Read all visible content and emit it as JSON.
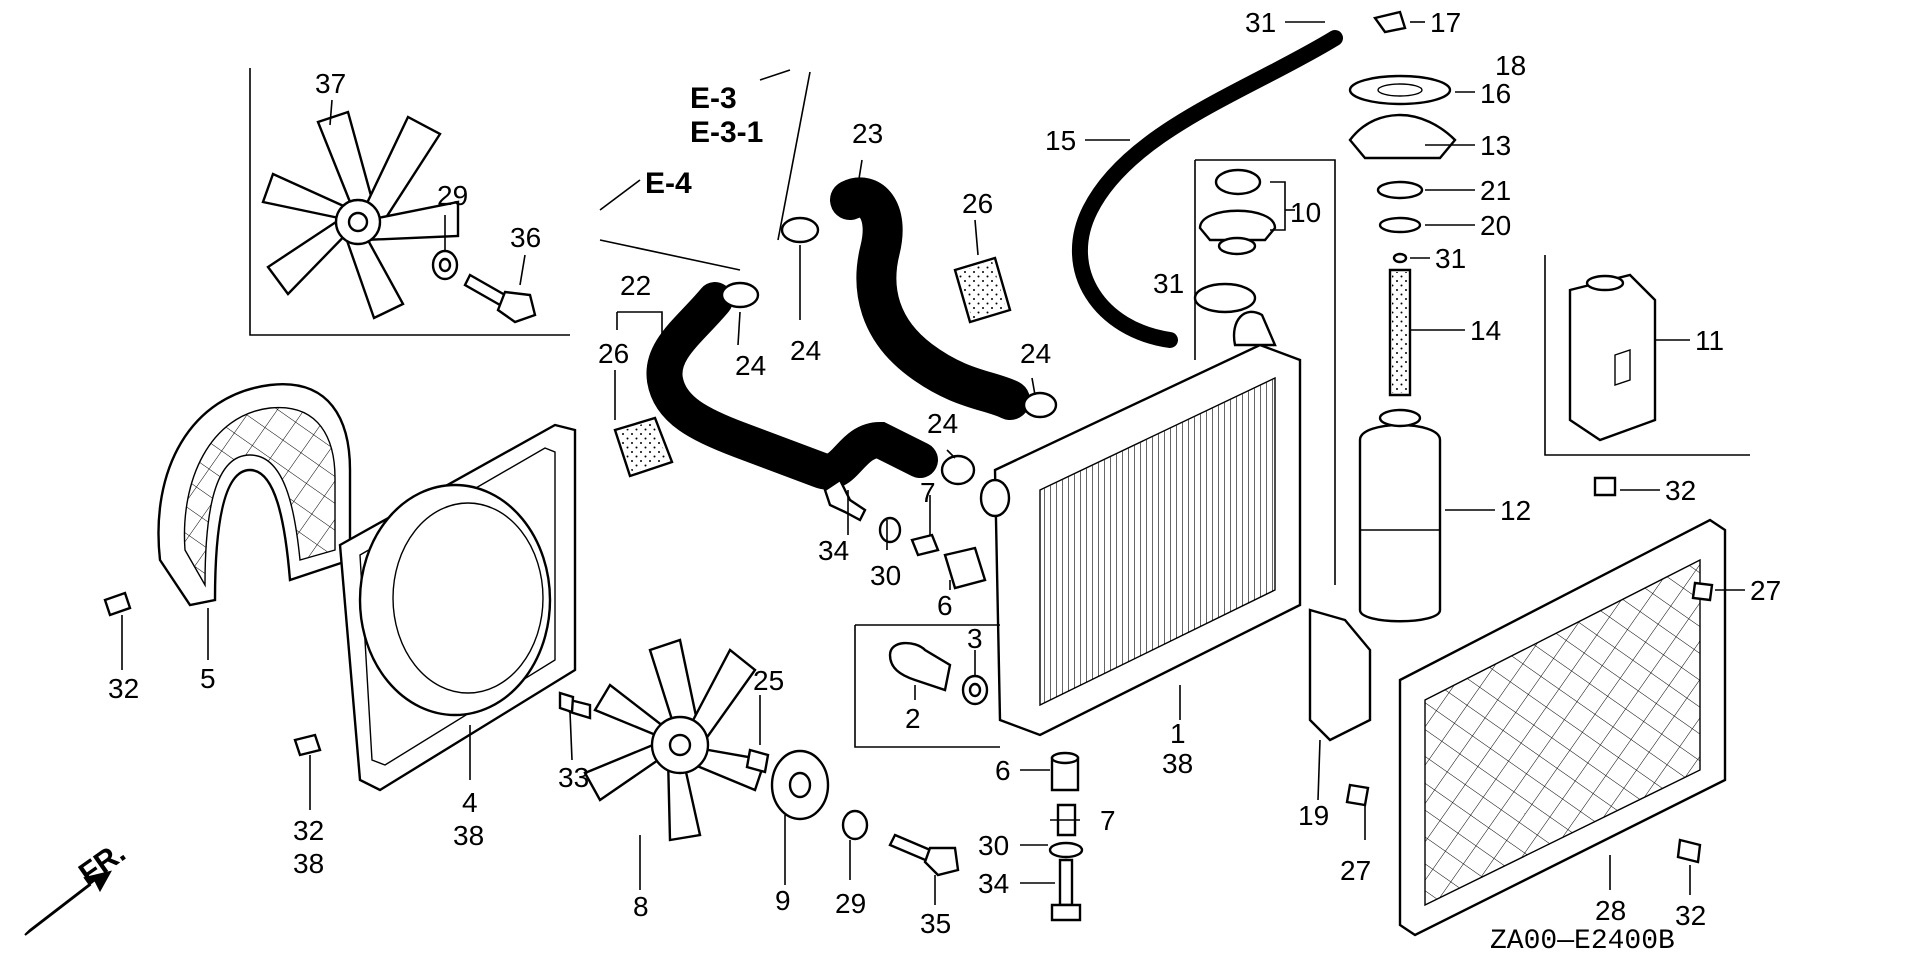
{
  "diagram": {
    "code": "ZA00—E2400B",
    "front_marker": "FR.",
    "refs": {
      "e3": "E-3",
      "e31": "E-3-1",
      "e4": "E-4"
    },
    "labels": {
      "l1": "1",
      "l38a": "38",
      "l2": "2",
      "l3": "3",
      "l4": "4",
      "l38b": "38",
      "l5": "5",
      "l6a": "6",
      "l6b": "6",
      "l7a": "7",
      "l7b": "7",
      "l8": "8",
      "l9": "9",
      "l10": "10",
      "l11": "11",
      "l12": "12",
      "l13": "13",
      "l14": "14",
      "l15": "15",
      "l16": "16",
      "l17": "17",
      "l18": "18",
      "l19": "19",
      "l20": "20",
      "l21": "21",
      "l22": "22",
      "l23": "23",
      "l24a": "24",
      "l24b": "24",
      "l24c": "24",
      "l24d": "24",
      "l25": "25",
      "l26a": "26",
      "l26b": "26",
      "l27a": "27",
      "l27b": "27",
      "l28": "28",
      "l29a": "29",
      "l29b": "29",
      "l30a": "30",
      "l30b": "30",
      "l31a": "31",
      "l31b": "31",
      "l31c": "31",
      "l32a": "32",
      "l32b": "32",
      "l32c": "32",
      "l32d": "32",
      "l38c": "38",
      "l33": "33",
      "l34a": "34",
      "l34b": "34",
      "l35": "35",
      "l36": "36",
      "l37": "37"
    }
  }
}
